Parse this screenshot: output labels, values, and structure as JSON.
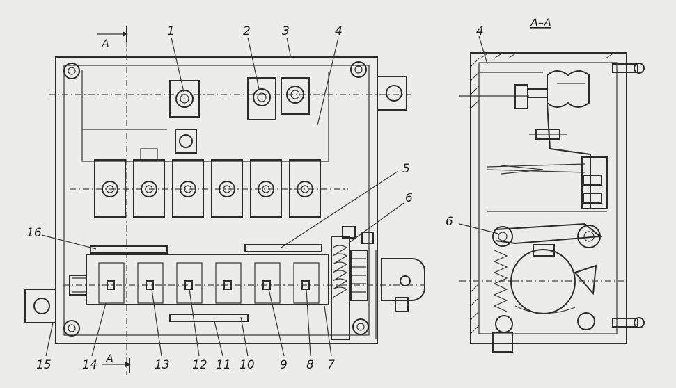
{
  "section_marks": {
    "top": "A",
    "bottom": "A",
    "title": "A–A"
  },
  "callouts": {
    "left_view": [
      "1",
      "2",
      "3",
      "4",
      "5",
      "6",
      "7",
      "8",
      "9",
      "10",
      "11",
      "12",
      "13",
      "14",
      "15",
      "16"
    ],
    "right_view": [
      "4",
      "6"
    ]
  },
  "colors": {
    "paper": "#ececea",
    "ink": "#2b2b2b"
  }
}
